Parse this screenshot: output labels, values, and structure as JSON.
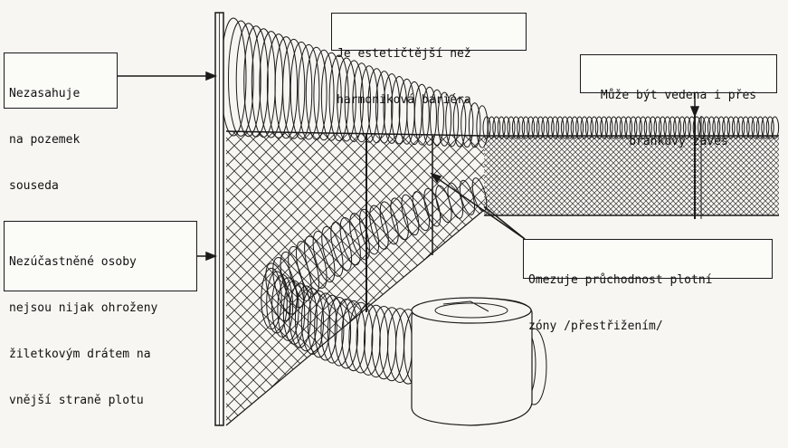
{
  "labels": {
    "neighbor": {
      "line1": "Nezasahuje",
      "line2": "na pozemek",
      "line3": "souseda"
    },
    "aesthetic": {
      "line1": "Je estetičtější než",
      "line2": "harmoniková bariéra"
    },
    "gate": {
      "line1": "Může být vedena i přes",
      "line2": "brankový závěs"
    },
    "bystanders": {
      "line1": "Nezúčastněné osoby",
      "line2": "nejsou nijak ohroženy",
      "line3": "žiletkovým drátem na",
      "line4": "vnější straně plotu"
    },
    "passage": {
      "line1": "Omezuje průchodnost plotní",
      "line2": "zóny /přestřižením/"
    }
  },
  "colors": {
    "ink": "#1a1a1a",
    "paper": "#f7f6f2",
    "mesh": "#333333"
  }
}
